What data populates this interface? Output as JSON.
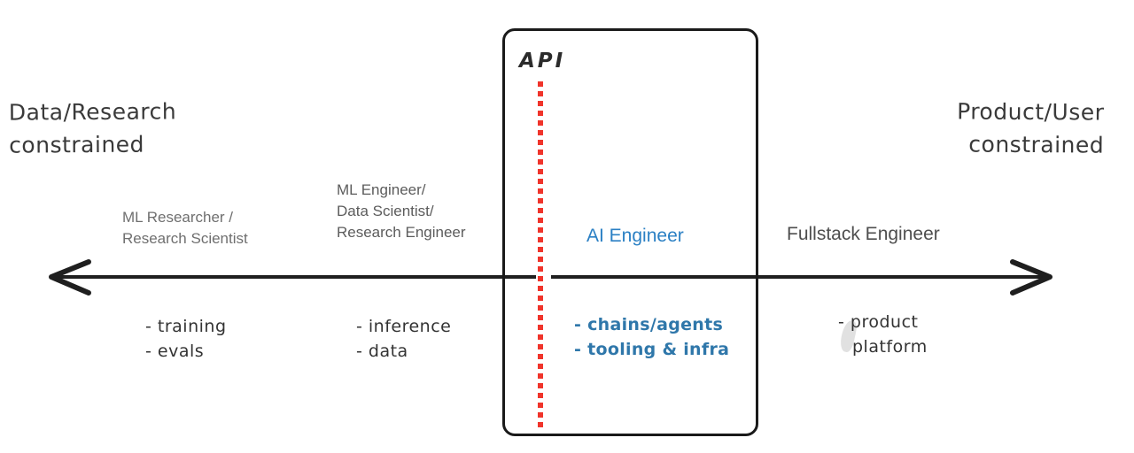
{
  "colors": {
    "ink": "#1f1f1f",
    "accent_blue": "#2b80c4",
    "handwriting_blue": "#2f77aa",
    "boundary_red": "#f0342b",
    "printed_gray": "#6f6f6f"
  },
  "axis": {
    "left_label": [
      "Data/Research",
      "constrained"
    ],
    "right_label": [
      "Product/User",
      "constrained"
    ]
  },
  "api_box": {
    "label": "API"
  },
  "roles": [
    {
      "id": "ml-researcher",
      "lines": [
        "ML Researcher /",
        "Research Scientist"
      ],
      "bullets": [
        "- training",
        "- evals"
      ]
    },
    {
      "id": "ml-engineer",
      "lines": [
        "ML Engineer/",
        "Data Scientist/",
        "Research Engineer"
      ],
      "bullets": [
        "- inference",
        "- data"
      ]
    },
    {
      "id": "ai-engineer",
      "lines": [
        "AI Engineer"
      ],
      "bullets": [
        "- chains/agents",
        "- tooling & infra"
      ]
    },
    {
      "id": "fullstack-engineer",
      "lines": [
        "Fullstack Engineer"
      ],
      "bullets": [
        "- product",
        "platform"
      ]
    }
  ]
}
